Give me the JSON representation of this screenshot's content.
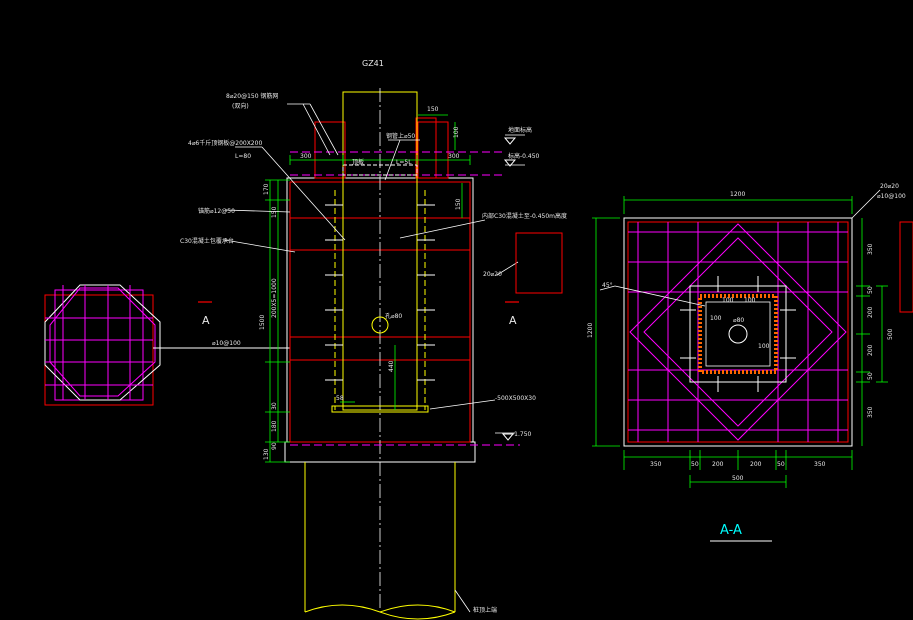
{
  "drawing": {
    "column_tag": "GZ41",
    "label_main_bars": "8⌀20@150 钢筋网",
    "label_main_bars_sub": "(双向)",
    "label_stiffener": "4⌀6千斤顶钢板@200X200",
    "label_length": "L=80",
    "label_anchor_bar": "锚筋⌀12@50",
    "label_concrete_fill": "C30混凝土包覆承台",
    "label_tie": "⌀10@100",
    "label_pipe_top": "钢管上⌀50",
    "label_base_concrete": "内部C30混凝土至-0.450m高度",
    "label_top_plate": "顶板",
    "label_plate_l": "L=5L",
    "label_ground": "地面标高",
    "label_elev_top": "标高-0.450",
    "label_grout_hole": "孔⌀80",
    "label_base_plate": "-500X500X30",
    "label_elev_bottom": "-1.750",
    "label_pile": "桩顶上端",
    "label_rebar_2phi20": "20⌀20",
    "section_mark_left": "A",
    "section_mark_right": "A",
    "section_title": "A-A",
    "dims_top": [
      "150",
      "300",
      "300",
      "150"
    ],
    "dims_left_vert": [
      "170",
      "150",
      "200X5=1000",
      "1500",
      "30",
      "180",
      "90",
      "130"
    ],
    "dim_pipe_len": "440",
    "dim_small": "58",
    "dim_left_150": "150",
    "dim_top_100": "100",
    "aa_width": "1200",
    "aa_height": "1200",
    "aa_rebar_tr": "20⌀20",
    "aa_rebar_tr2": "⌀10@100",
    "aa_angle": "45°",
    "aa_center_hole": "⌀80",
    "aa_dims_bottom": [
      "350",
      "50",
      "200",
      "200",
      "50",
      "350"
    ],
    "aa_dim_500": "500",
    "aa_dims_right": [
      "350",
      "50",
      "200",
      "200",
      "50",
      "350"
    ],
    "aa_dim_500_right": "500",
    "aa_inner_marks": [
      "100",
      "100",
      "100",
      "100"
    ]
  },
  "colors": {
    "background": "#000000",
    "concrete_outline": "#ffffff",
    "rebar": "#ff0000",
    "ties": "#ff00ff",
    "steel_pipe": "#ffff00",
    "dimensions": "#00ff00",
    "text": "#ffffff",
    "title": "#00ffff"
  }
}
